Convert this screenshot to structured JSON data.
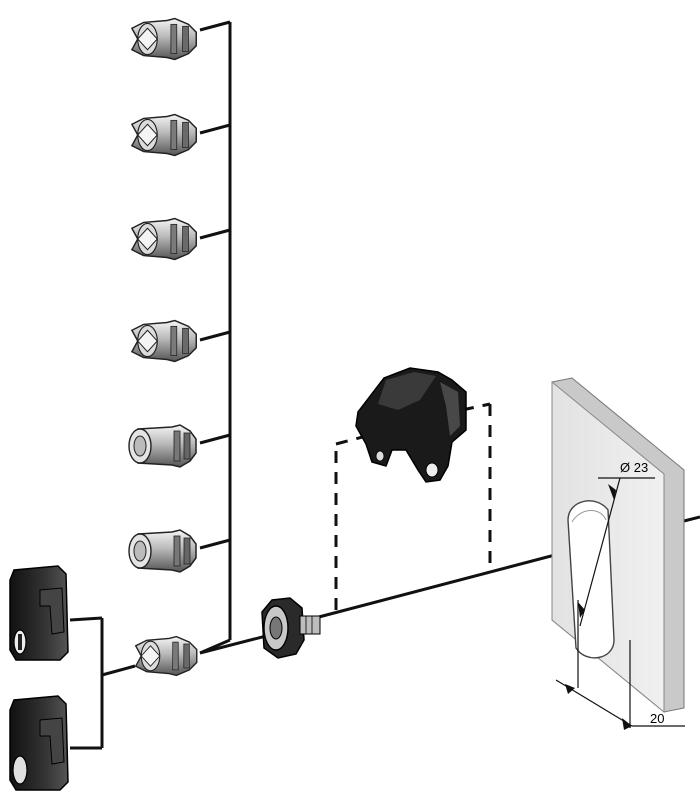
{
  "dimensions": {
    "diameter_label": "Ø 23",
    "width_label": "20"
  },
  "colors": {
    "line": "#111111",
    "plate": "#e6e6e6",
    "plate_side": "#bdbdbd",
    "metal_light": "#e8e8e8",
    "metal_mid": "#a9a9a9",
    "metal_dark": "#4a4a4a",
    "dark_part": "#1c1c1c"
  },
  "parts": {
    "cylinder_inserts": [
      "insert-1",
      "insert-2",
      "insert-3",
      "insert-4",
      "insert-5",
      "insert-6",
      "insert-7"
    ],
    "key_lock_bodies": [
      "key-lock-with-keyway",
      "key-lock-plain"
    ]
  }
}
